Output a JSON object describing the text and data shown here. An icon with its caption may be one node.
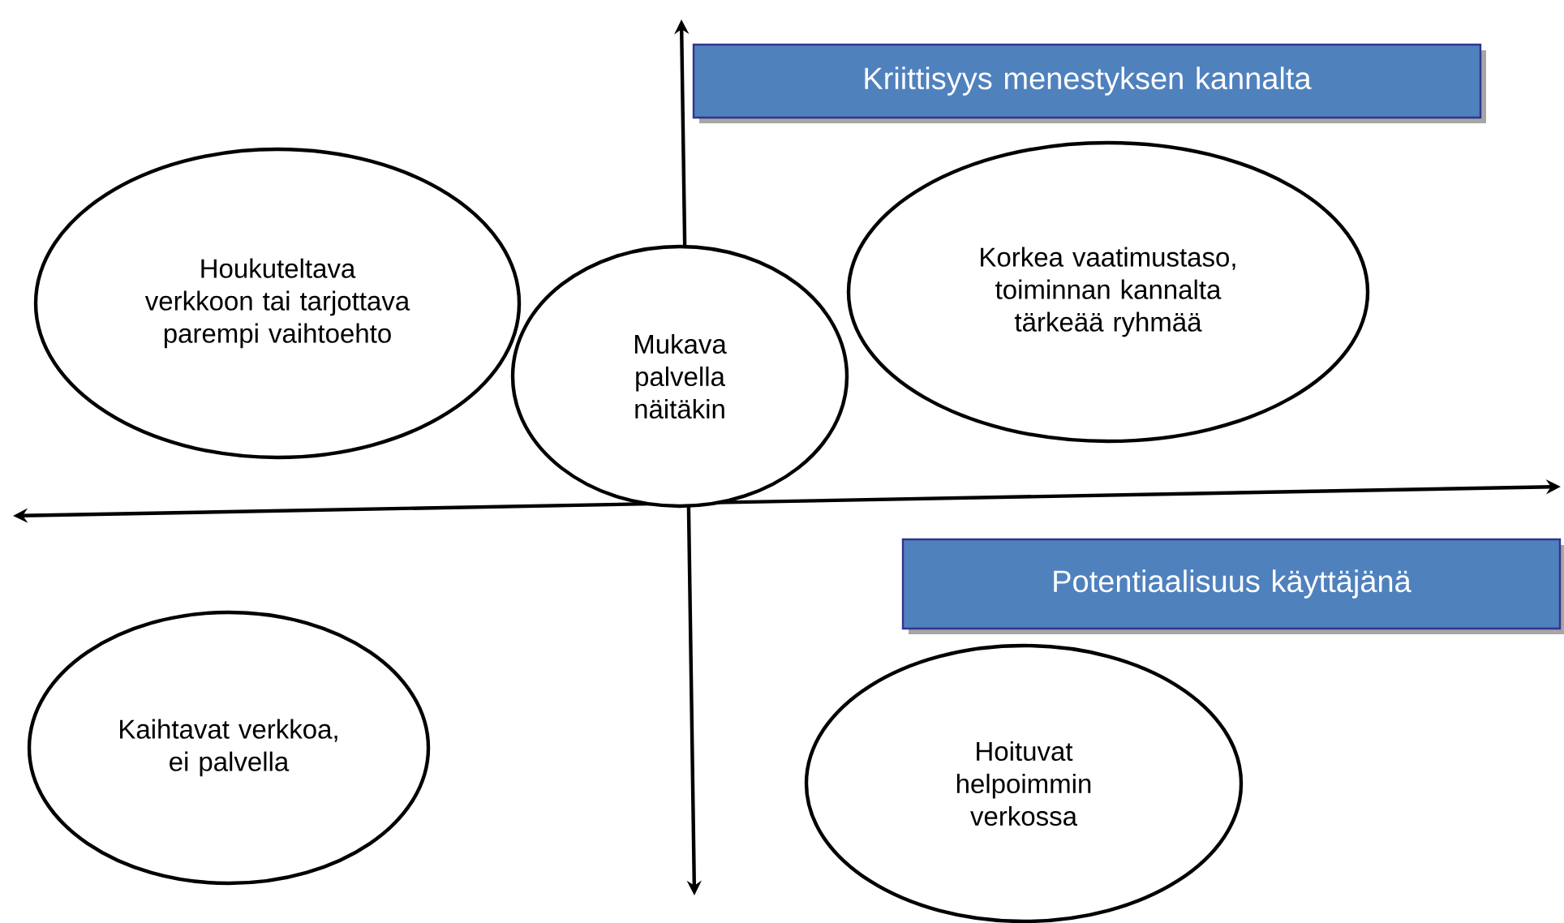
{
  "diagram": {
    "nodes": [
      {
        "text": [
          "Kriittisyys menestyksen kannalta"
        ]
      },
      {
        "text": [
          "Houkuteltava verkkoon tai tarjottava parempi vaihtoehto"
        ]
      },
      {
        "text": [
          "Korkea vaatimustaso, toiminnan kannalta tärkeää ryhmää"
        ]
      },
      {
        "text": [
          "Mukava palvella näitäkin"
        ]
      },
      {
        "text": [
          "Potentiaalisuus käyttäjänä"
        ]
      },
      {
        "text": [
          "Kaihtavat verkkoa, ei palvella"
        ]
      },
      {
        "text": [
          "Hoituvat helpoimmin verkossa"
        ]
      }
    ]
  }
}
